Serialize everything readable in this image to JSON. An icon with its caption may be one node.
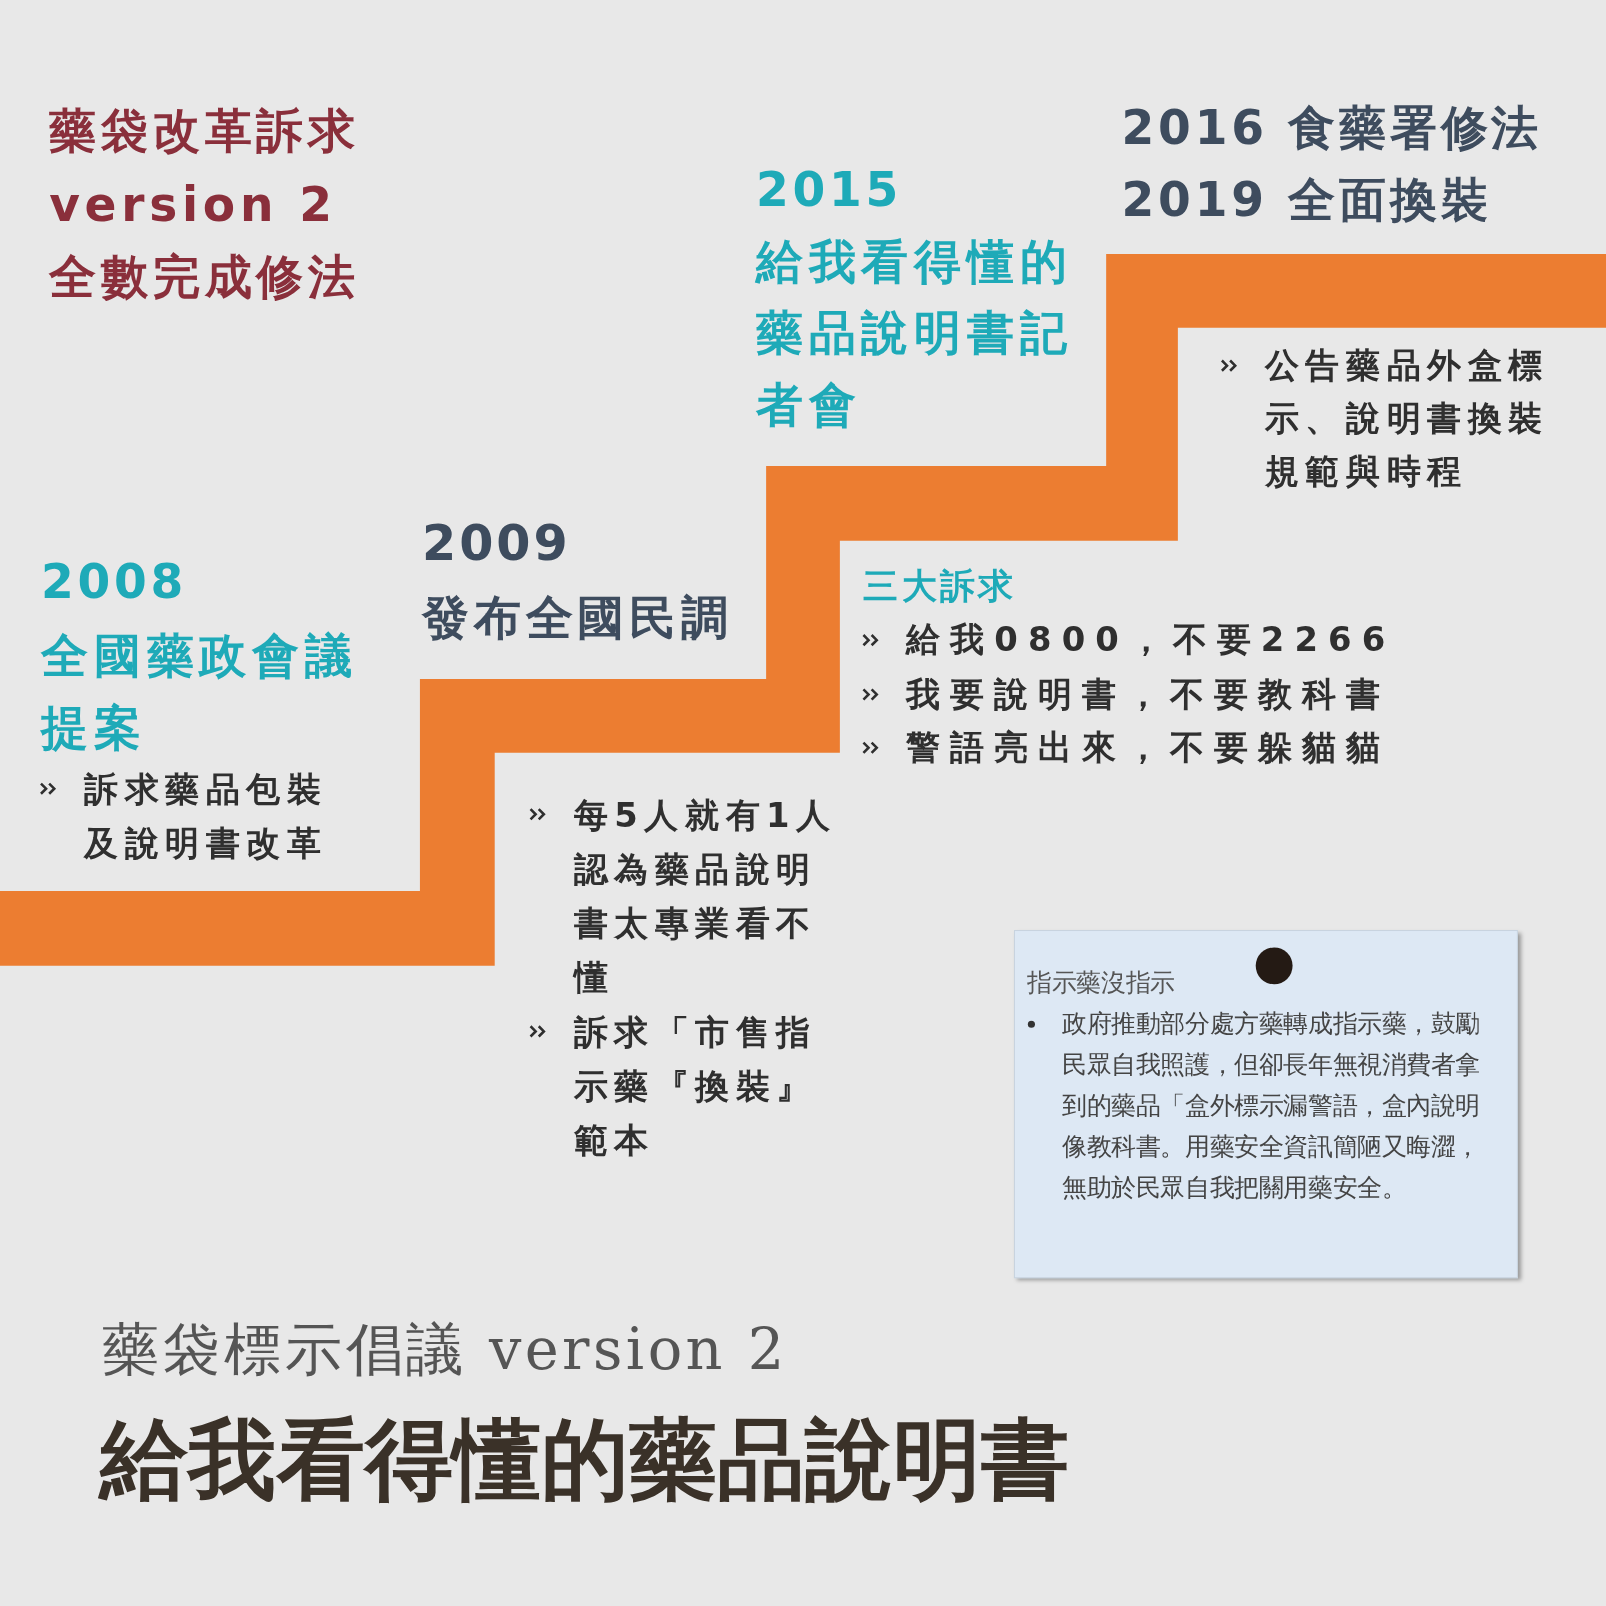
{
  "diagram": {
    "title": "給我看得懂的藥品說明書",
    "nodes": [
      {
        "text": [
          "指示藥沒指示",
          "政府推動部分處方藥轉成指示藥，鼓勵民眾自我照護，但卻長年無視消費者拿到的藥品「盒外標示漏警語，盒內說明像教科書。用藥安全資訊簡陋又晦澀，無助於民眾自我把關用藥安全。"
        ]
      }
    ],
    "edges": [],
    "labels": [
      "藥袋改革訴求",
      "version 2",
      "全數完成修法",
      "2016 食藥署修法",
      "2019 全面換裝",
      "2015",
      "給我看得懂的藥品說明書記者會",
      "公告藥品外盒標示、說明書換裝規範與時程",
      "2009",
      "發布全國民調",
      "2008",
      "全國藥政會議提案",
      "三大訴求",
      "給我0800，不要2266",
      "我要說明書，不要教科書",
      "警語亮出來，不要躲貓貓",
      "訴求藥品包裝及說明書改革",
      "每5人就有1人認為藥品說明書太專業看不懂",
      "訴求「市售指示藥『換裝』範本",
      "藥袋標示倡議 version 2"
    ]
  }
}
